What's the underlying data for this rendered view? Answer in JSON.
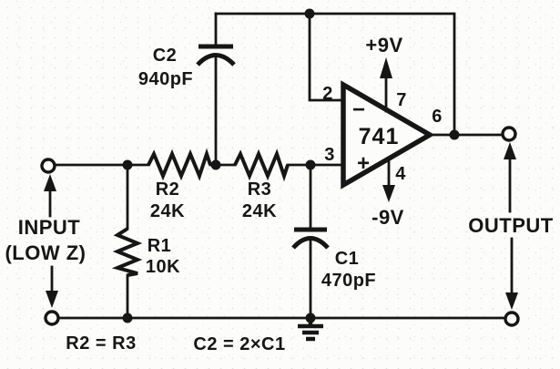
{
  "diagram": {
    "kind": "op-amp low-pass filter schematic",
    "colors": {
      "ink": "#161616",
      "paper": "#fcfcfa"
    }
  },
  "components": {
    "c2": {
      "name": "C2",
      "value": "940pF"
    },
    "r2": {
      "name": "R2",
      "value": "24K"
    },
    "r3": {
      "name": "R3",
      "value": "24K"
    },
    "r1": {
      "name": "R1",
      "value": "10K"
    },
    "c1": {
      "name": "C1",
      "value": "470pF"
    },
    "opamp": {
      "part": "741",
      "minus_sign": "−",
      "plus_sign": "+",
      "pin_inverting": "2",
      "pin_noninverting": "3",
      "pin_vplus": "7",
      "pin_vminus": "4",
      "pin_output": "6"
    }
  },
  "power": {
    "positive": "+9V",
    "negative": "-9V"
  },
  "io": {
    "input_label": "INPUT",
    "input_sublabel": "(LOW Z)",
    "output_label": "OUTPUT"
  },
  "equations": {
    "resistors": "R2 = R3",
    "capacitors": "C2 = 2×C1"
  }
}
